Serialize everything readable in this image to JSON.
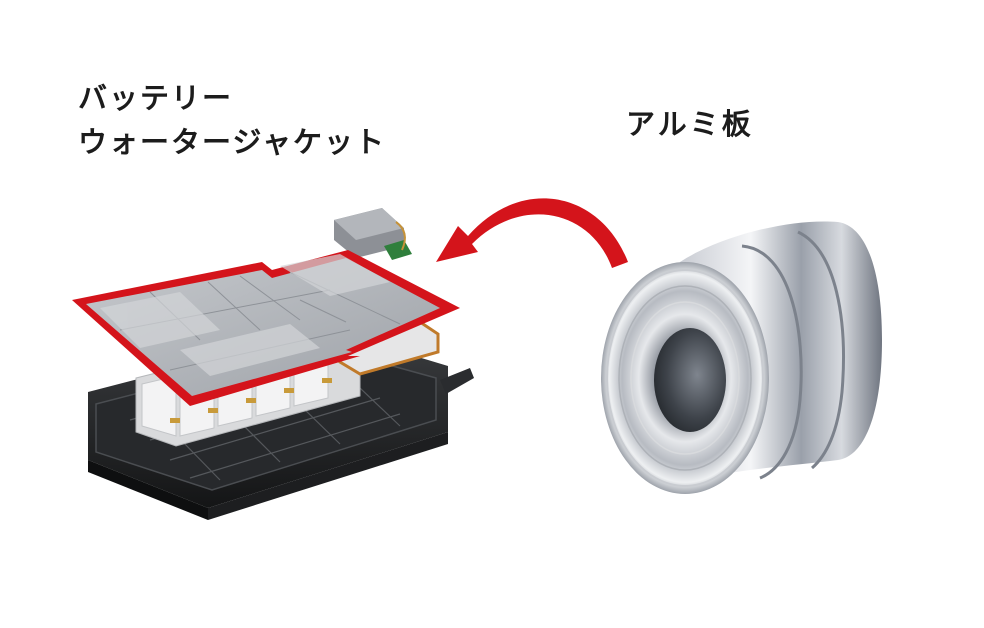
{
  "labels": {
    "battery_line1": "バッテリー",
    "battery_line2": "ウォータージャケット",
    "aluminum": "アルミ板"
  },
  "icons": {
    "battery": "battery-pack-exploded-icon",
    "coil": "aluminum-coil-icon",
    "arrow": "curved-arrow-icon"
  },
  "colors": {
    "highlight": "#d4141b",
    "arrow": "#d4141b"
  }
}
